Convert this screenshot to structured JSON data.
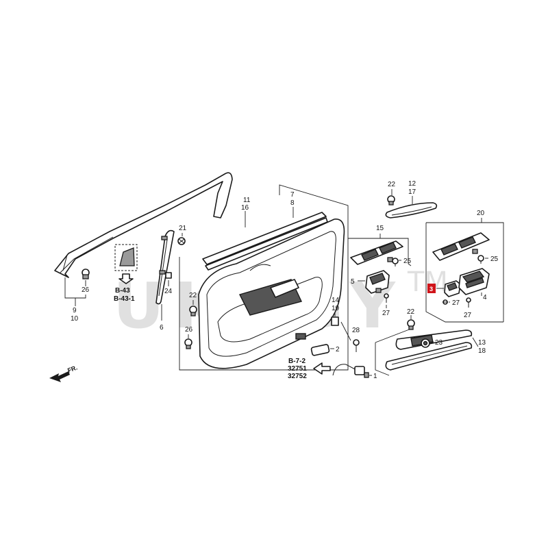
{
  "watermark": {
    "text": "UKQBY",
    "tm": "TM"
  },
  "direction": {
    "label": "FR."
  },
  "highlight": {
    "label": "3",
    "color": "#d0141a"
  },
  "refs": {
    "b43": "B-43",
    "b431": "B-43-1",
    "b72": "B-7-2",
    "r32751": "32751",
    "r32752": "32752"
  },
  "callouts": {
    "c1": "1",
    "c2": "2",
    "c4": "4",
    "c5": "5",
    "c6": "6",
    "c7": "7",
    "c8": "8",
    "c9": "9",
    "c10": "10",
    "c11": "11",
    "c12": "12",
    "c13": "13",
    "c14": "14",
    "c15": "15",
    "c16": "16",
    "c17": "17",
    "c18": "18",
    "c19": "19",
    "c20": "20",
    "c21": "21",
    "c22a": "22",
    "c22b": "22",
    "c22c": "22",
    "c23": "23",
    "c24": "24",
    "c25a": "25",
    "c25b": "25",
    "c26a": "26",
    "c26b": "26",
    "c27a": "27",
    "c27b": "27",
    "c27c": "27",
    "c28": "28"
  }
}
